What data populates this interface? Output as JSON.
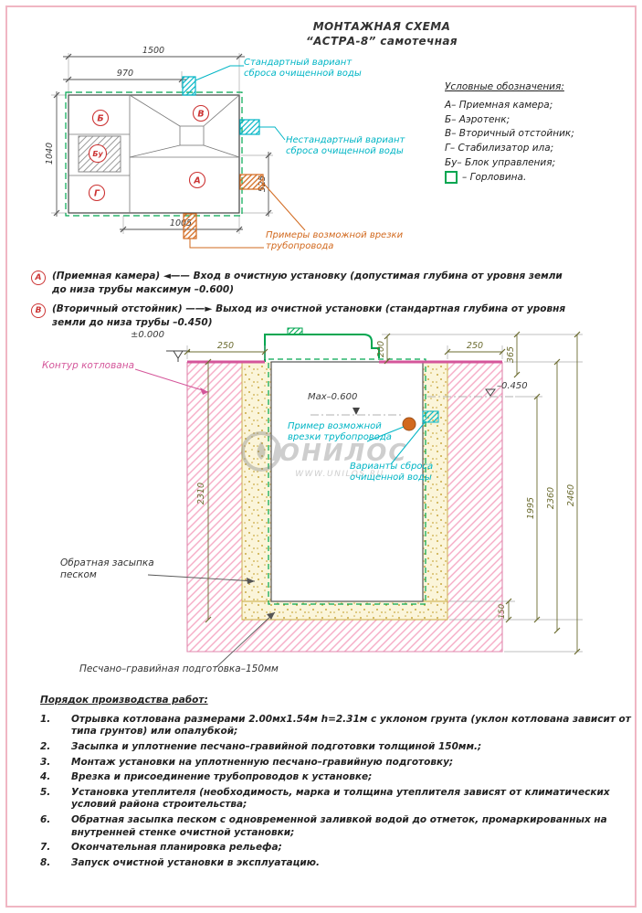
{
  "title": {
    "line1": "МОНТАЖНАЯ СХЕМА",
    "line2": "“АСТРА-8” самотечная"
  },
  "plan_view": {
    "dimensions": {
      "width_total": "1500",
      "width_partial": "970",
      "height_total": "1040",
      "height_partial": "525",
      "width_bottom": "1005"
    },
    "chambers": {
      "a": "А",
      "b": "Б",
      "v": "В",
      "g": "Г",
      "bu": "Бу"
    },
    "labels": {
      "standard_discharge": "Стандартный вариант сброса очищенной воды",
      "nonstandard_discharge": "Нестандартный вариант сброса очищенной воды",
      "pipe_tie_in": "Примеры возможной врезки трубопровода"
    }
  },
  "legend": {
    "title": "Условные обозначения:",
    "items": [
      "А– Приемная камера;",
      "Б– Аэротенк;",
      "В– Вторичный отстойник;",
      "Г– Стабилизатор ила;",
      "Бу– Блок управления;",
      "– Горловина."
    ]
  },
  "notes": [
    {
      "label": "А",
      "chamber": "(Приемная камера)",
      "direction": "◄——",
      "text": "Вход в очистную установку (допустимая глубина от уровня земли до низа трубы максимум –0.600)"
    },
    {
      "label": "В",
      "chamber": "(Вторичный отстойник)",
      "direction": "——►",
      "text": "Выход из очистной установки (стандартная глубина от уровня земли до низа трубы –0.450)"
    }
  ],
  "section_view": {
    "elevations": {
      "ground": "±0.000",
      "inlet_max": "Мах–0.600",
      "outlet": "–0.450"
    },
    "dimensions": {
      "left_gap": "250",
      "cover_height": "200",
      "right_gap": "250",
      "d365": "365",
      "pit_depth": "2310",
      "d1995": "1995",
      "d2360": "2360",
      "d2460": "2460",
      "base_thickness": "150"
    },
    "labels": {
      "pit_contour": "Контур котлована",
      "backfill": "Обратная засыпка песком",
      "base": "Песчано–гравийная подготовка–150мм",
      "pipe_tie_in": "Пример возможной врезки трубопровода",
      "discharge_options": "Варианты сброса очищенной воды"
    },
    "watermark": {
      "name": "ЮНИЛОС",
      "url": "WWW.UNILOS.RU"
    }
  },
  "work_order": {
    "title": "Порядок производства работ:",
    "items": [
      {
        "num": "1.",
        "text": "Отрывка котлована размерами 2.00мх1.54м h=2.31м с уклоном грунта (уклон котлована зависит от типа грунтов) или опалубкой;"
      },
      {
        "num": "2.",
        "text": "Засыпка и уплотнение песчано–гравийной подготовки толщиной 150мм.;"
      },
      {
        "num": "3.",
        "text": "Монтаж установки на уплотненную песчано–гравийную подготовку;"
      },
      {
        "num": "4.",
        "text": "Врезка и присоединение трубопроводов к установке;"
      },
      {
        "num": "5.",
        "text": "Установка утеплителя (необходимость, марка и толщина утеплителя зависят от климатических условий района строительства;"
      },
      {
        "num": "6.",
        "text": "Обратная засыпка песком с одновременной заливкой водой до отметок, промаркированных на внутренней стенке очистной установки;"
      },
      {
        "num": "7.",
        "text": "Окончательная планировка рельефа;"
      },
      {
        "num": "8.",
        "text": "Запуск очистной установки в эксплуатацию."
      }
    ]
  },
  "colors": {
    "accent_green": "#00a650",
    "accent_cyan": "#00b5c5",
    "accent_orange": "#d2691e",
    "accent_magenta": "#d4569a",
    "hatch_pink": "#f5a9c4",
    "chamber_red": "#cc3333",
    "dimension_olive": "#6b6b2f",
    "frame_pink": "#f0b6c3"
  }
}
